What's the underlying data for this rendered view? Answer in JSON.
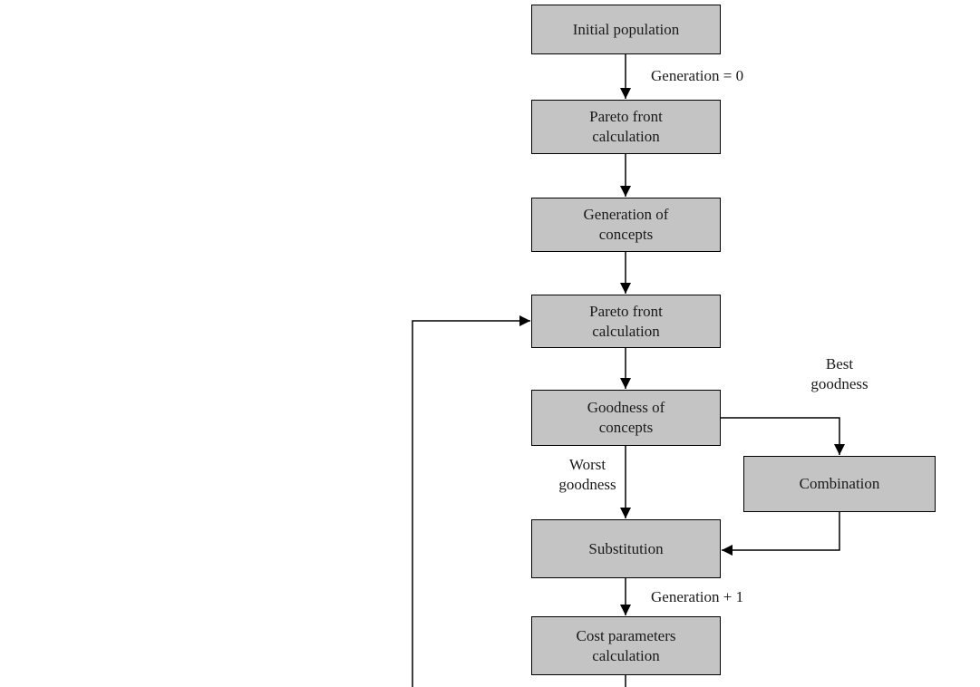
{
  "diagram": {
    "type": "flowchart",
    "boxes": {
      "initial_population": {
        "line1": "Initial population"
      },
      "pareto_front_1": {
        "line1": "Pareto front",
        "line2": "calculation"
      },
      "generation_of_concepts": {
        "line1": "Generation of",
        "line2": "concepts"
      },
      "pareto_front_2": {
        "line1": "Pareto front",
        "line2": "calculation"
      },
      "goodness_of_concepts": {
        "line1": "Goodness of",
        "line2": "concepts"
      },
      "combination": {
        "line1": "Combination"
      },
      "substitution": {
        "line1": "Substitution"
      },
      "cost_parameters": {
        "line1": "Cost parameters",
        "line2": "calculation"
      }
    },
    "edge_labels": {
      "generation_zero": "Generation = 0",
      "best_goodness_line1": "Best",
      "best_goodness_line2": "goodness",
      "worst_goodness_line1": "Worst",
      "worst_goodness_line2": "goodness",
      "generation_plus_one": "Generation + 1"
    },
    "colors": {
      "box_fill": "#c4c4c4",
      "box_border": "#000000",
      "arrow": "#000000",
      "background": "#ffffff"
    }
  }
}
